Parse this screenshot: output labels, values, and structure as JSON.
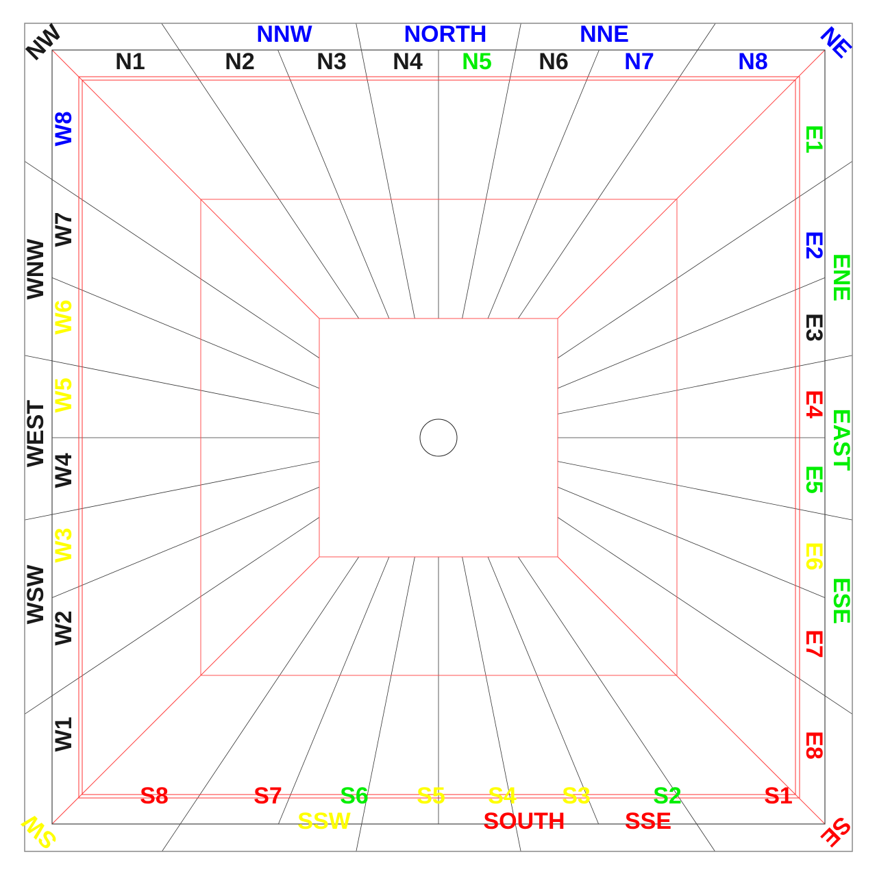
{
  "colors": {
    "black": "#1a1a1a",
    "blue": "#0000ff",
    "green": "#00ee00",
    "yellow": "#ffff00",
    "red": "#ff0000"
  },
  "outer_labels": {
    "nw": {
      "text": "NW",
      "color": "#1a1a1a"
    },
    "ne": {
      "text": "NE",
      "color": "#0000ff"
    },
    "sw": {
      "text": "SW",
      "color": "#ffff00"
    },
    "se": {
      "text": "SE",
      "color": "#ff0000"
    },
    "nnw": {
      "text": "NNW",
      "color": "#0000ff"
    },
    "north": {
      "text": "NORTH",
      "color": "#0000ff"
    },
    "nne": {
      "text": "NNE",
      "color": "#0000ff"
    },
    "wnw": {
      "text": "WNW",
      "color": "#1a1a1a"
    },
    "west": {
      "text": "WEST",
      "color": "#1a1a1a"
    },
    "wsw": {
      "text": "WSW",
      "color": "#1a1a1a"
    },
    "ene": {
      "text": "ENE",
      "color": "#00ee00"
    },
    "east": {
      "text": "EAST",
      "color": "#00ee00"
    },
    "ese": {
      "text": "ESE",
      "color": "#00ee00"
    },
    "ssw": {
      "text": "SSW",
      "color": "#ffff00"
    },
    "south": {
      "text": "SOUTH",
      "color": "#ff0000"
    },
    "sse": {
      "text": "SSE",
      "color": "#ff0000"
    }
  },
  "north_zones": [
    {
      "text": "N1",
      "color": "#1a1a1a"
    },
    {
      "text": "N2",
      "color": "#1a1a1a"
    },
    {
      "text": "N3",
      "color": "#1a1a1a"
    },
    {
      "text": "N4",
      "color": "#1a1a1a"
    },
    {
      "text": "N5",
      "color": "#00ee00"
    },
    {
      "text": "N6",
      "color": "#1a1a1a"
    },
    {
      "text": "N7",
      "color": "#0000ff"
    },
    {
      "text": "N8",
      "color": "#0000ff"
    }
  ],
  "west_zones": [
    {
      "text": "W8",
      "color": "#0000ff"
    },
    {
      "text": "W7",
      "color": "#1a1a1a"
    },
    {
      "text": "W6",
      "color": "#ffff00"
    },
    {
      "text": "W5",
      "color": "#ffff00"
    },
    {
      "text": "W4",
      "color": "#1a1a1a"
    },
    {
      "text": "W3",
      "color": "#ffff00"
    },
    {
      "text": "W2",
      "color": "#1a1a1a"
    },
    {
      "text": "W1",
      "color": "#1a1a1a"
    }
  ],
  "east_zones": [
    {
      "text": "E1",
      "color": "#00ee00"
    },
    {
      "text": "E2",
      "color": "#0000ff"
    },
    {
      "text": "E3",
      "color": "#1a1a1a"
    },
    {
      "text": "E4",
      "color": "#ff0000"
    },
    {
      "text": "E5",
      "color": "#00ee00"
    },
    {
      "text": "E6",
      "color": "#ffff00"
    },
    {
      "text": "E7",
      "color": "#ff0000"
    },
    {
      "text": "E8",
      "color": "#ff0000"
    }
  ],
  "south_zones": [
    {
      "text": "S8",
      "color": "#ff0000"
    },
    {
      "text": "S7",
      "color": "#ff0000"
    },
    {
      "text": "S6",
      "color": "#00ee00"
    },
    {
      "text": "S5",
      "color": "#ffff00"
    },
    {
      "text": "S4",
      "color": "#ffff00"
    },
    {
      "text": "S3",
      "color": "#ffff00"
    },
    {
      "text": "S2",
      "color": "#00ee00"
    },
    {
      "text": "S1",
      "color": "#ff0000"
    }
  ]
}
